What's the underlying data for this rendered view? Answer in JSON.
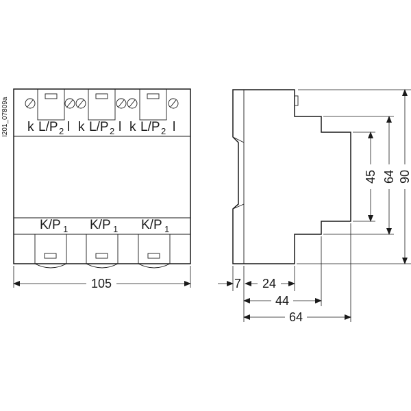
{
  "drawing_code": "I201_07809a",
  "front_view": {
    "top_terminal_labels": [
      {
        "k": "k",
        "lp": "L/P",
        "sub": "2",
        "l": "l"
      },
      {
        "k": "k",
        "lp": "L/P",
        "sub": "2",
        "l": "l"
      },
      {
        "k": "k",
        "lp": "L/P",
        "sub": "2",
        "l": "l"
      }
    ],
    "bottom_terminal_labels": [
      {
        "kp": "K/P",
        "sub": "1"
      },
      {
        "kp": "K/P",
        "sub": "1"
      },
      {
        "kp": "K/P",
        "sub": "1"
      }
    ],
    "width_dimension": "105"
  },
  "side_view": {
    "dimensions": {
      "d7": "7",
      "d24": "24",
      "d44": "44",
      "d64_horizontal": "64",
      "d45": "45",
      "d64_vertical": "64",
      "d90": "90"
    }
  }
}
